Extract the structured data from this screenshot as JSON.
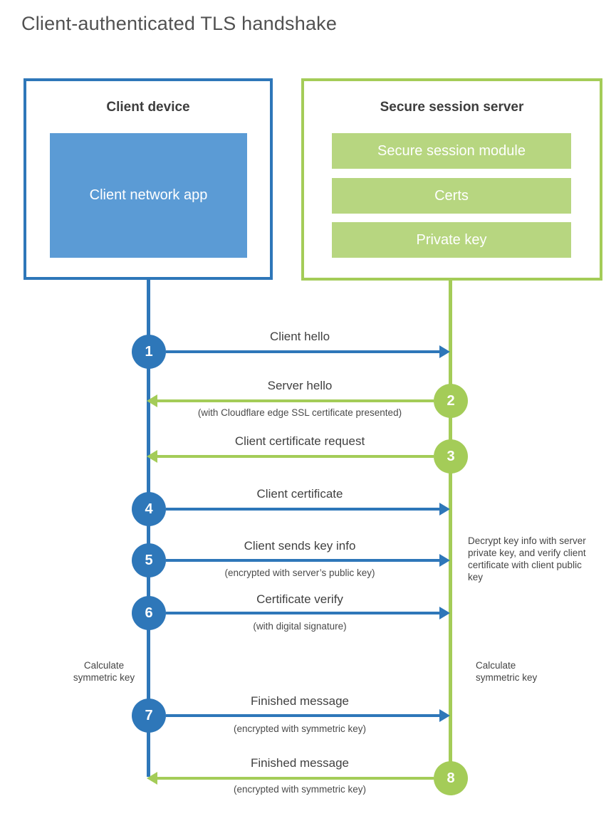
{
  "title": "Client-authenticated TLS handshake",
  "client_box": {
    "title": "Client device",
    "app": "Client network app"
  },
  "server_box": {
    "title": "Secure session server",
    "modules": [
      "Secure session module",
      "Certs",
      "Private key"
    ]
  },
  "steps": [
    {
      "num": "1",
      "label": "Client hello",
      "sub": "",
      "direction": "client-to-server"
    },
    {
      "num": "2",
      "label": "Server hello",
      "sub": "(with Cloudflare edge SSL certificate presented)",
      "direction": "server-to-client"
    },
    {
      "num": "3",
      "label": "Client certificate request",
      "sub": "",
      "direction": "server-to-client"
    },
    {
      "num": "4",
      "label": "Client certificate",
      "sub": "",
      "direction": "client-to-server"
    },
    {
      "num": "5",
      "label": "Client sends key info",
      "sub": "(encrypted with server’s public key)",
      "direction": "client-to-server"
    },
    {
      "num": "6",
      "label": "Certificate verify",
      "sub": "(with digital signature)",
      "direction": "client-to-server"
    },
    {
      "num": "7",
      "label": "Finished message",
      "sub": "(encrypted with symmetric key)",
      "direction": "client-to-server"
    },
    {
      "num": "8",
      "label": "Finished message",
      "sub": "(encrypted with symmetric key)",
      "direction": "server-to-client"
    }
  ],
  "annotations": {
    "server_note": "Decrypt key info with server private key, and verify client certificate with client public key",
    "client_calc": "Calculate symmetric key",
    "server_calc": "Calculate symmetric key"
  },
  "colors": {
    "blue": "#2e77b9",
    "blue_fill": "#5b9bd5",
    "green": "#a4cc58",
    "green_fill": "#b7d680"
  }
}
